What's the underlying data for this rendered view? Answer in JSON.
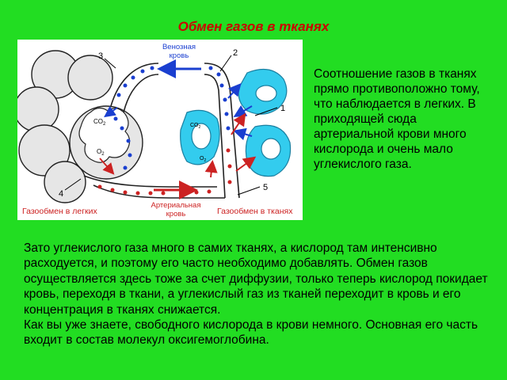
{
  "title": "Обмен газов в тканях",
  "figure": {
    "venous_label_line1": "Венозная",
    "venous_label_line2": "кровь",
    "arterial_label_line1": "Артериальная",
    "arterial_label_line2": "кровь",
    "lung_exchange_label": "Газообмен в легких",
    "tissue_exchange_label": "Газообмен в тканях",
    "num1": "1",
    "num2": "2",
    "num3": "3",
    "num4": "4",
    "num5": "5",
    "co2_lung": "CO",
    "co2_lung_sub": "2",
    "o2_lung": "O",
    "o2_lung_sub": "2",
    "co2_tissue": "CO",
    "co2_tissue_sub": "2",
    "o2_tissue": "O",
    "o2_tissue_sub": "2",
    "colors": {
      "venous": "#1a3fd0",
      "arterial": "#cc2222",
      "cell": "#33ccee",
      "alveoli": "#e8e8e8"
    }
  },
  "side_text": "Соотношение газов в тканях прямо противоположно тому, что наблюдается в легких. В приходящей сюда артериальной крови много кислорода и очень мало углекислого газа.",
  "body_paragraphs": [
    "Зато углекислого газа много в самих тканях, а кислород там интенсивно расходуется, и поэтому его часто необходимо добавлять. Обмен газов осуществляется здесь тоже за счет диффузии, только теперь кислород покидает кровь, переходя в ткани, а углекислый газ из тканей переходит в кровь и его концентрация в тканях снижается.",
    "Как вы уже знаете, свободного кислорода в крови немного. Основная его часть входит в состав молекул оксигемоглобина."
  ]
}
